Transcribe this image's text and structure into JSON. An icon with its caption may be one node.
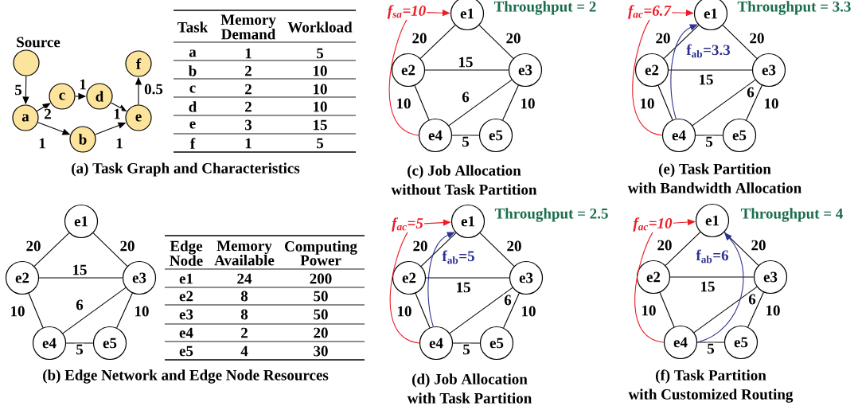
{
  "diagram": {
    "nodes": [
      {
        "text": [
          "Source"
        ]
      },
      {
        "text": [
          "a"
        ]
      },
      {
        "text": [
          "b"
        ]
      },
      {
        "text": [
          "c"
        ]
      },
      {
        "text": [
          "d"
        ]
      },
      {
        "text": [
          "e"
        ]
      },
      {
        "text": [
          "f"
        ]
      },
      {
        "text": [
          "e1"
        ]
      },
      {
        "text": [
          "e2"
        ]
      },
      {
        "text": [
          "e3"
        ]
      },
      {
        "text": [
          "e4"
        ]
      },
      {
        "text": [
          "e5"
        ]
      },
      {
        "text": [
          "f$_{sa}$=10"
        ]
      },
      {
        "text": [
          "e1"
        ]
      },
      {
        "text": [
          "e2"
        ]
      },
      {
        "text": [
          "e3"
        ]
      },
      {
        "text": [
          "e4"
        ]
      },
      {
        "text": [
          "e5"
        ]
      },
      {
        "text": [
          "f$_{ac}$=6.7"
        ]
      },
      {
        "text": [
          "e1"
        ]
      },
      {
        "text": [
          "e2"
        ]
      },
      {
        "text": [
          "e3"
        ]
      },
      {
        "text": [
          "e4"
        ]
      },
      {
        "text": [
          "e5"
        ]
      },
      {
        "text": [
          "f$_{ac}$=5"
        ]
      },
      {
        "text": [
          "e1"
        ]
      },
      {
        "text": [
          "e2"
        ]
      },
      {
        "text": [
          "e3"
        ]
      },
      {
        "text": [
          "e4"
        ]
      },
      {
        "text": [
          "e5"
        ]
      },
      {
        "text": [
          "f$_{ac}$=10"
        ]
      },
      {
        "text": [
          "e1"
        ]
      },
      {
        "text": [
          "e2"
        ]
      },
      {
        "text": [
          "e3"
        ]
      },
      {
        "text": [
          "e4"
        ]
      },
      {
        "text": [
          "e5"
        ]
      }
    ],
    "edges": [
      {
        "from": 0,
        "to": 1,
        "arrow": "to",
        "label": "5"
      },
      {
        "from": 1,
        "to": 3,
        "arrow": "to",
        "label": "2"
      },
      {
        "from": 3,
        "to": 4,
        "arrow": "to",
        "label": "1"
      },
      {
        "from": 4,
        "to": 5,
        "arrow": "to",
        "label": "1"
      },
      {
        "from": 5,
        "to": 6,
        "arrow": "to",
        "label": "0.5"
      },
      {
        "from": 1,
        "to": 2,
        "arrow": "to",
        "label": "1"
      },
      {
        "from": 2,
        "to": 5,
        "arrow": "to",
        "label": "1"
      },
      {
        "from": 7,
        "to": 8,
        "arrow": "none",
        "label": "20"
      },
      {
        "from": 7,
        "to": 9,
        "arrow": "none",
        "label": "20"
      },
      {
        "from": 8,
        "to": 9,
        "arrow": "none",
        "label": "15"
      },
      {
        "from": 8,
        "to": 10,
        "arrow": "none",
        "label": "10"
      },
      {
        "from": 9,
        "to": 10,
        "arrow": "none",
        "label": "6"
      },
      {
        "from": 9,
        "to": 11,
        "arrow": "none",
        "label": "10"
      },
      {
        "from": 10,
        "to": 11,
        "arrow": "none",
        "label": "5"
      },
      {
        "from": 13,
        "to": 14,
        "arrow": "none",
        "label": "20"
      },
      {
        "from": 13,
        "to": 15,
        "arrow": "none",
        "label": "20"
      },
      {
        "from": 14,
        "to": 15,
        "arrow": "none",
        "label": "15"
      },
      {
        "from": 14,
        "to": 16,
        "arrow": "none",
        "label": "10"
      },
      {
        "from": 15,
        "to": 16,
        "arrow": "none",
        "label": "6"
      },
      {
        "from": 15,
        "to": 17,
        "arrow": "none",
        "label": "10"
      },
      {
        "from": 16,
        "to": 17,
        "arrow": "none",
        "label": "5"
      },
      {
        "from": 16,
        "to": 12,
        "arrow": "none",
        "color": "#ed1c24"
      },
      {
        "from": 12,
        "to": 13,
        "arrow": "to",
        "color": "#ed1c24"
      },
      {
        "from": 19,
        "to": 20,
        "arrow": "none",
        "label": "20"
      },
      {
        "from": 19,
        "to": 21,
        "arrow": "none",
        "label": "20"
      },
      {
        "from": 20,
        "to": 21,
        "arrow": "none",
        "label": "15"
      },
      {
        "from": 20,
        "to": 22,
        "arrow": "none",
        "label": "10"
      },
      {
        "from": 21,
        "to": 22,
        "arrow": "none",
        "label": "6"
      },
      {
        "from": 21,
        "to": 23,
        "arrow": "none",
        "label": "10"
      },
      {
        "from": 22,
        "to": 23,
        "arrow": "none",
        "label": "5"
      },
      {
        "from": 22,
        "to": 18,
        "arrow": "none",
        "color": "#ed1c24"
      },
      {
        "from": 18,
        "to": 19,
        "arrow": "to",
        "color": "#ed1c24"
      },
      {
        "from": 22,
        "to": 19,
        "arrow": "to",
        "color": "#2e3192",
        "label": "f$_{ab}$=3.3"
      },
      {
        "from": 25,
        "to": 26,
        "arrow": "none",
        "label": "20"
      },
      {
        "from": 25,
        "to": 27,
        "arrow": "none",
        "label": "20"
      },
      {
        "from": 26,
        "to": 27,
        "arrow": "none",
        "label": "15"
      },
      {
        "from": 26,
        "to": 28,
        "arrow": "none",
        "label": "10"
      },
      {
        "from": 27,
        "to": 28,
        "arrow": "none",
        "label": "6"
      },
      {
        "from": 27,
        "to": 29,
        "arrow": "none",
        "label": "10"
      },
      {
        "from": 28,
        "to": 29,
        "arrow": "none",
        "label": "5"
      },
      {
        "from": 28,
        "to": 24,
        "arrow": "none",
        "color": "#ed1c24"
      },
      {
        "from": 24,
        "to": 25,
        "arrow": "to",
        "color": "#ed1c24"
      },
      {
        "from": 28,
        "to": 25,
        "arrow": "to",
        "color": "#2e3192",
        "label": "f$_{ab}$=5"
      },
      {
        "from": 31,
        "to": 32,
        "arrow": "none",
        "label": "20"
      },
      {
        "from": 31,
        "to": 33,
        "arrow": "none",
        "label": "20"
      },
      {
        "from": 32,
        "to": 33,
        "arrow": "none",
        "label": "15"
      },
      {
        "from": 32,
        "to": 34,
        "arrow": "none",
        "label": "10"
      },
      {
        "from": 33,
        "to": 34,
        "arrow": "none",
        "label": "6"
      },
      {
        "from": 33,
        "to": 35,
        "arrow": "none",
        "label": "10"
      },
      {
        "from": 34,
        "to": 35,
        "arrow": "none",
        "label": "5"
      },
      {
        "from": 34,
        "to": 30,
        "arrow": "none",
        "color": "#ed1c24"
      },
      {
        "from": 30,
        "to": 31,
        "arrow": "to",
        "color": "#ed1c24"
      },
      {
        "from": 34,
        "to": 31,
        "arrow": "to",
        "color": "#2e3192",
        "label": "f$_{ab}$=6"
      }
    ],
    "labels": [
      "Task",
      "Memory Demand",
      "Workload",
      "a",
      "1",
      "5",
      "b",
      "2",
      "10",
      "c",
      "2",
      "10",
      "d",
      "2",
      "10",
      "e",
      "3",
      "15",
      "f",
      "1",
      "5",
      "(a) Task Graph and Characteristics",
      "Edge Node",
      "Memory Available",
      "Computing Power",
      "e1",
      "24",
      "200",
      "e2",
      "8",
      "50",
      "e3",
      "8",
      "50",
      "e4",
      "2",
      "20",
      "e5",
      "4",
      "30",
      "(b) Edge Network and Edge Node Resources",
      "Throughput = 2",
      "(c) Job Allocation without Task Partition",
      "Throughput = 3.3",
      "(e) Task Partition with Bandwidth Allocation",
      "Throughput = 2.5",
      "(d) Job Allocation with Task Partition",
      "Throughput = 4",
      "(f) Task Partition with Customized Routing"
    ]
  }
}
